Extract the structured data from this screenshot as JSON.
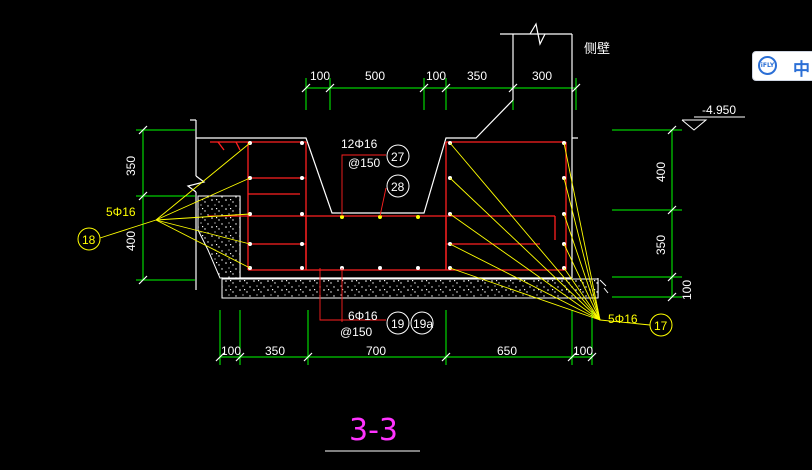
{
  "drawing": {
    "title": "3-3",
    "wall_label": "侧壁",
    "elevation": "-4.950",
    "top_dims": [
      "100",
      "500",
      "100",
      "350",
      "300"
    ],
    "bottom_dims": [
      "100",
      "350",
      "700",
      "650",
      "100"
    ],
    "right_dims": [
      "400",
      "350",
      "100"
    ],
    "left_dims": [
      "350",
      "400"
    ],
    "rebar_top_bar": "12Φ16",
    "rebar_top_spacing": "@150",
    "rebar_bottom_bar": "6Φ16",
    "rebar_bottom_spacing": "@150",
    "left_bundle": "5Φ16",
    "right_bundle": "5Φ16",
    "callouts": {
      "c27": "27",
      "c28": "28",
      "c19": "19",
      "c19a": "19a",
      "c18": "18",
      "c17": "17"
    },
    "colors": {
      "background": "#000000",
      "concrete_outline": "#ffffff",
      "rebar": "#ff2020",
      "leader": "#ffff00",
      "dimension": "#00ff00",
      "title": "#ff33ff"
    }
  },
  "ime_toolbar": {
    "logo": "iFLY",
    "mode": "中"
  }
}
